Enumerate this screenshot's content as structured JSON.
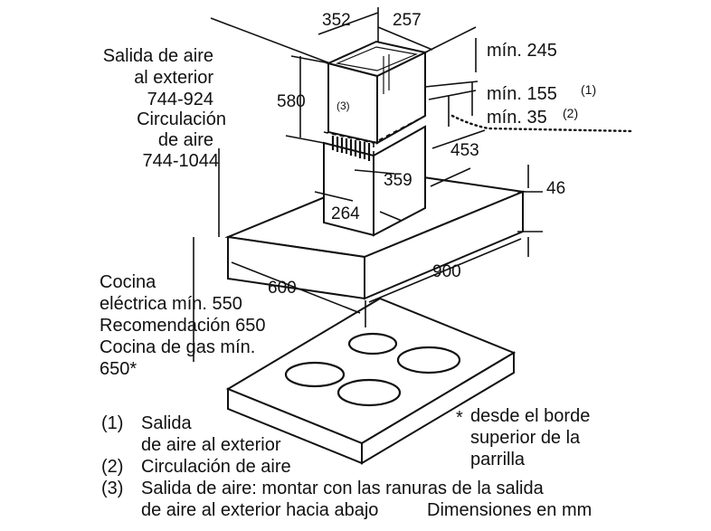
{
  "labels": {
    "outlet_line1": "Salida de aire",
    "outlet_line2": "al exterior",
    "outlet_range": "744-924",
    "recirc_line1": "Circulación",
    "recirc_line2": "de aire",
    "recirc_range": "744-1044",
    "cooktop_line1": "Cocina",
    "cooktop_line2": "eléctrica mín. 550",
    "cooktop_line3": "Recomendación 650",
    "cooktop_line4": "Cocina de gas mín.",
    "cooktop_line5": "650*",
    "min_245": "mín. 245",
    "min_155": "mín. 155",
    "min_155_ref": "(1)",
    "min_35": "mín. 35",
    "min_35_ref": "(2)",
    "callout_3": "(3)"
  },
  "dimensions": {
    "chimney_width": "352",
    "chimney_depth": "257",
    "chimney_height": "580",
    "offset_453": "453",
    "inner_359": "359",
    "inner_264": "264",
    "canopy_thickness": "46",
    "hood_depth": "600",
    "hood_width": "900"
  },
  "footnote": {
    "star": "*",
    "line1": "desde el borde",
    "line2": "superior de la",
    "line3": "parrilla"
  },
  "legend": [
    {
      "num": "(1)",
      "line1": "Salida",
      "line2": "de aire al exterior"
    },
    {
      "num": "(2)",
      "line1": "Circulación de aire"
    },
    {
      "num": "(3)",
      "line1": "Salida de aire: montar con las ranuras de la salida",
      "line2": "de aire al exterior hacia abajo"
    }
  ],
  "units_note": "Dimensiones en mm"
}
